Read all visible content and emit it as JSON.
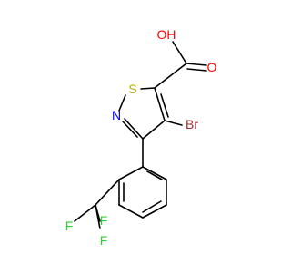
{
  "molecule": {
    "atoms": {
      "hydroxyl": "OH",
      "carbonyl_o": "O",
      "sulfur": "S",
      "nitrogen": "N",
      "bromine": "Br",
      "fluorine_top": "F",
      "fluorine_left": "F",
      "fluorine_bottom": "F"
    },
    "colors": {
      "oxygen": "#ff0000",
      "sulfur": "#b2b200",
      "nitrogen": "#0000ff",
      "bromine": "#a52a2a",
      "fluorine": "#33cc33",
      "bond": "#000000"
    }
  }
}
